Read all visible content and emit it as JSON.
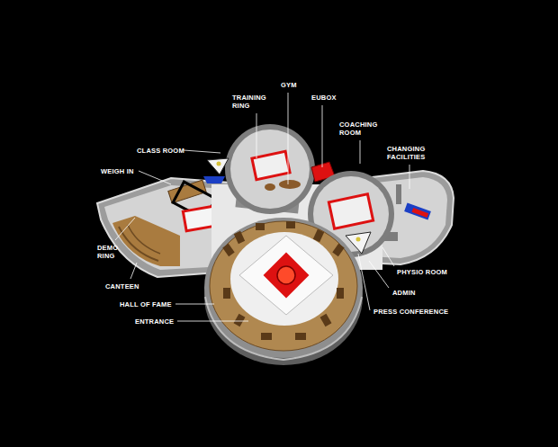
{
  "diagram": {
    "labels": [
      "GYM",
      "TRAINING RING",
      "EUBOX",
      "COACHING ROOM",
      "CLASS ROOM",
      "CHANGING FACILITIES",
      "WEIGH IN",
      "DEMO RING",
      "PHYSIO ROOM",
      "CANTEEN",
      "ADMIN",
      "HALL OF FAME",
      "PRESS CONFERENCE",
      "ENTRANCE"
    ]
  }
}
